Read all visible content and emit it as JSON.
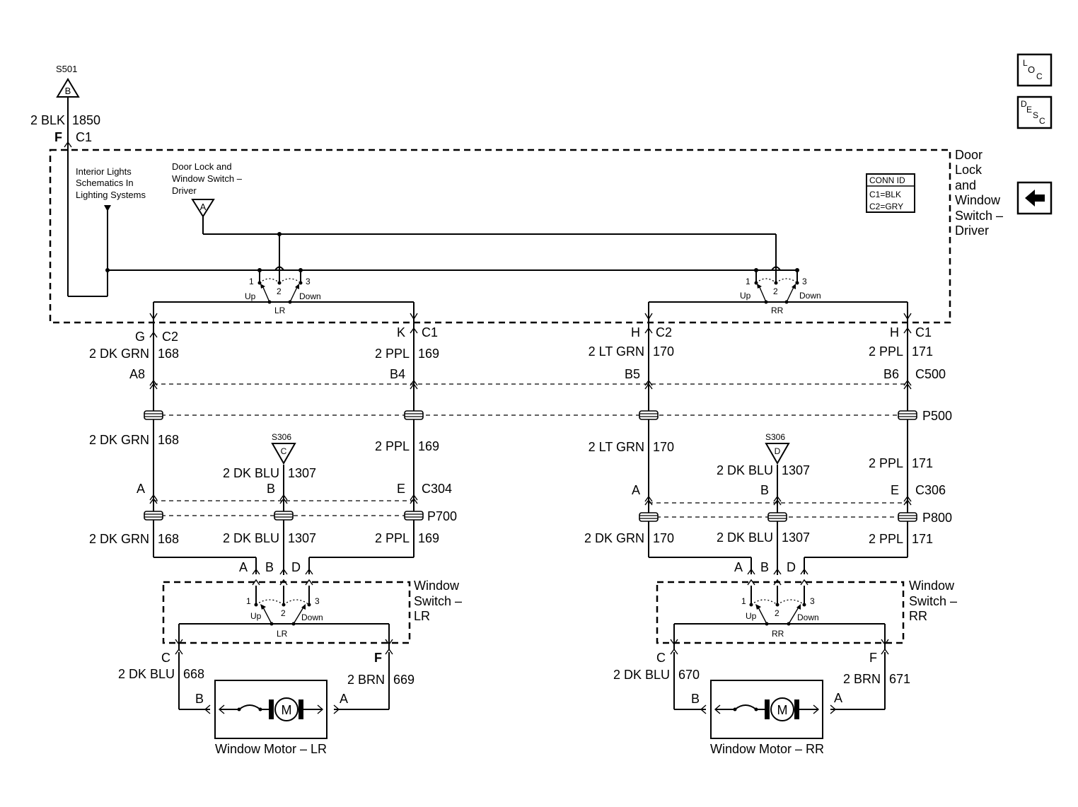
{
  "splice_s501": {
    "name": "S501",
    "letter": "B"
  },
  "feed_wire": {
    "gauge_color": "2 BLK",
    "circuit": "1850",
    "pin": "F",
    "connector": "C1"
  },
  "interior_note": [
    "Interior Lights",
    "Schematics In",
    "Lighting Systems"
  ],
  "door_switch": {
    "ref_label": [
      "Door Lock and",
      "Window Switch –",
      "Driver"
    ],
    "ref_letter": "A",
    "component_name": [
      "Door",
      "Lock",
      "and",
      "Window",
      "Switch –",
      "Driver"
    ],
    "conn_id": {
      "title": "CONN ID",
      "c1": "C1=BLK",
      "c2": "C2=GRY"
    }
  },
  "switch_labels": {
    "pos1": "1",
    "pos2": "2",
    "pos3": "3",
    "up": "Up",
    "down": "Down"
  },
  "left": {
    "switch_name": "LR",
    "upper_conn": {
      "dk_pin": "G",
      "dk_conn": "C2",
      "ppl_pin": "K",
      "ppl_conn": "C1"
    },
    "wires_upper": {
      "dk": "2 DK GRN",
      "dk_num": "168",
      "ppl": "2 PPL",
      "ppl_num": "169"
    },
    "c500_pins": {
      "dk": "A8",
      "ppl": "B4"
    },
    "wires_mid": {
      "dk": "2 DK GRN",
      "dk_num": "168",
      "ppl": "2 PPL",
      "ppl_num": "169",
      "blu": "2 DK BLU",
      "blu_num": "1307"
    },
    "splice": {
      "name": "S306",
      "letter": "C"
    },
    "lower_conn": {
      "a": "A",
      "b": "B",
      "e": "E",
      "name": "C304",
      "ip": "P700"
    },
    "wires_lower": {
      "dk": "2 DK GRN",
      "dk_num": "168",
      "blu": "2 DK BLU",
      "blu_num": "1307",
      "ppl": "2 PPL",
      "ppl_num": "169"
    },
    "switch_pins": {
      "a": "A",
      "b": "B",
      "d": "D"
    },
    "window_switch_name": [
      "Window",
      "Switch –",
      "LR"
    ],
    "motor_pins": {
      "c": "C",
      "f": "F",
      "b": "B",
      "a": "A"
    },
    "motor_wires": {
      "blu": "2 DK BLU",
      "blu_num": "668",
      "brn": "2 BRN",
      "brn_num": "669"
    },
    "motor_symbol": "M",
    "motor_name": "Window Motor – LR"
  },
  "right": {
    "switch_name": "RR",
    "upper_conn": {
      "dk_pin": "H",
      "dk_conn": "C2",
      "ppl_pin": "H",
      "ppl_conn": "C1"
    },
    "wires_upper": {
      "dk": "2 LT GRN",
      "dk_num": "170",
      "ppl": "2 PPL",
      "ppl_num": "171"
    },
    "c500_pins": {
      "dk": "B5",
      "ppl": "B6",
      "conn": "C500"
    },
    "ip500": "P500",
    "wires_mid": {
      "dk": "2 LT GRN",
      "dk_num": "170",
      "ppl": "2 PPL",
      "ppl_num": "171",
      "blu": "2 DK BLU",
      "blu_num": "1307"
    },
    "splice": {
      "name": "S306",
      "letter": "D"
    },
    "lower_conn": {
      "a": "A",
      "b": "B",
      "e": "E",
      "name": "C306",
      "ip": "P800"
    },
    "wires_lower": {
      "dk": "2 DK GRN",
      "dk_num": "170",
      "blu": "2 DK BLU",
      "blu_num": "1307",
      "ppl": "2 PPL",
      "ppl_num": "171"
    },
    "switch_pins": {
      "a": "A",
      "b": "B",
      "d": "D"
    },
    "window_switch_name": [
      "Window",
      "Switch –",
      "RR"
    ],
    "motor_pins": {
      "c": "C",
      "f": "F",
      "b": "B",
      "a": "A"
    },
    "motor_wires": {
      "blu": "2 DK BLU",
      "blu_num": "670",
      "brn": "2 BRN",
      "brn_num": "671"
    },
    "motor_symbol": "M",
    "motor_name": "Window Motor – RR"
  },
  "nav": {
    "loc": {
      "l": "L",
      "o": "O",
      "c": "C"
    },
    "desc": {
      "d": "D",
      "e": "E",
      "s": "S",
      "c": "C"
    },
    "back_icon": "left-arrow-icon"
  }
}
